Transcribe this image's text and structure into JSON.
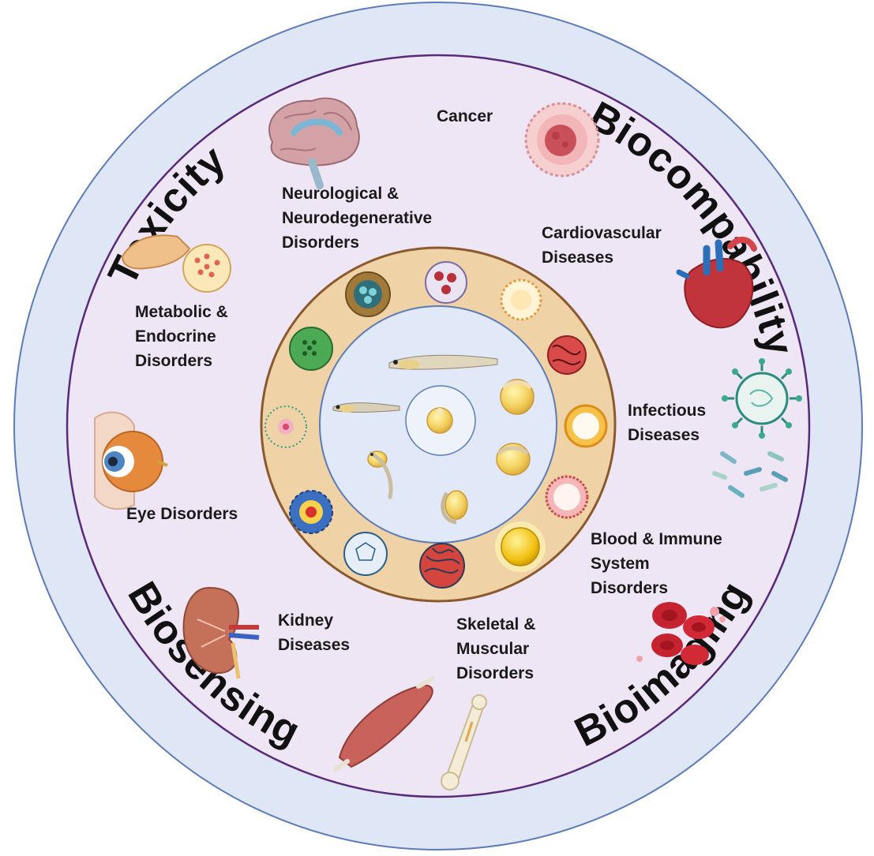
{
  "ring_labels": {
    "toxicity": "Toxicity",
    "biocompability": "Biocompability",
    "biosensing": "Biosensing",
    "bioimaging": "Bioimaging"
  },
  "diseases": {
    "cancer": [
      "Cancer"
    ],
    "neurological": [
      "Neurological &",
      "Neurodegenerative",
      "Disorders"
    ],
    "cardiovascular": [
      "Cardiovascular",
      "Diseases"
    ],
    "metabolic": [
      "Metabolic &",
      "Endocrine",
      "Disorders"
    ],
    "infectious": [
      "Infectious",
      "Diseases"
    ],
    "eye": [
      "Eye Disorders"
    ],
    "blood": [
      "Blood & Immune",
      "System",
      "Disorders"
    ],
    "kidney": [
      "Kidney",
      "Diseases"
    ],
    "skeletal": [
      "Skeletal &",
      "Muscular",
      "Disorders"
    ]
  },
  "colors": {
    "outer_ring": "#dfe6f6",
    "middle_disc": "#efe6f5",
    "nano_ring": "#efd2a6",
    "inner_disc": "#e1e8f7",
    "ring_stroke": "#5a2a7a",
    "nano_stroke": "#8a5a2e"
  }
}
